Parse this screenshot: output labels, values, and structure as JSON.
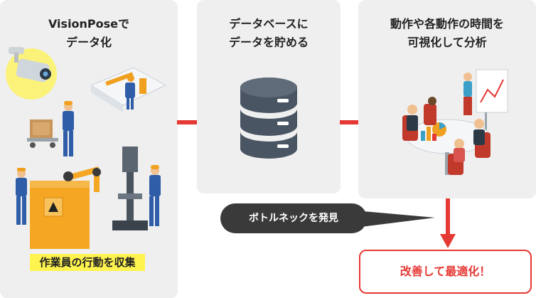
{
  "panel1": {
    "title_line1": "VisionPoseで",
    "title_line2": "データ化",
    "caption": "作業員の行動を収集"
  },
  "panel2": {
    "title_line1": "データベースに",
    "title_line2": "データを貯める"
  },
  "panel3": {
    "title_line1": "動作や各動作の時間を",
    "title_line2": "可視化して分析"
  },
  "bottleneck": "ボトルネックを発見",
  "result": "改善して最適化！",
  "colors": {
    "panel": "#efefef",
    "arrow": "#e53935",
    "highlight": "#fff34f",
    "dark": "#3a3a3a",
    "database": "#4a5563"
  }
}
